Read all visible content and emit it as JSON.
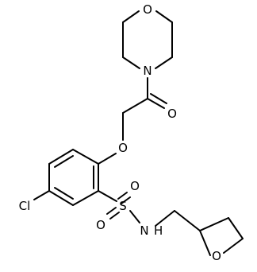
{
  "molecule": {
    "labels": {
      "morpholine_O": "O",
      "morpholine_N": "N",
      "carbonyl_O": "O",
      "ether_O": "O",
      "chloro": "Cl",
      "sulfonyl_S": "S",
      "sulfonyl_O_top": "O",
      "sulfonyl_O_bottom": "O",
      "amide_N": "N",
      "amide_H": "H",
      "thf_O": "O"
    },
    "colors": {
      "bond": "#000000",
      "label": "#000000",
      "background": "#ffffff"
    }
  }
}
